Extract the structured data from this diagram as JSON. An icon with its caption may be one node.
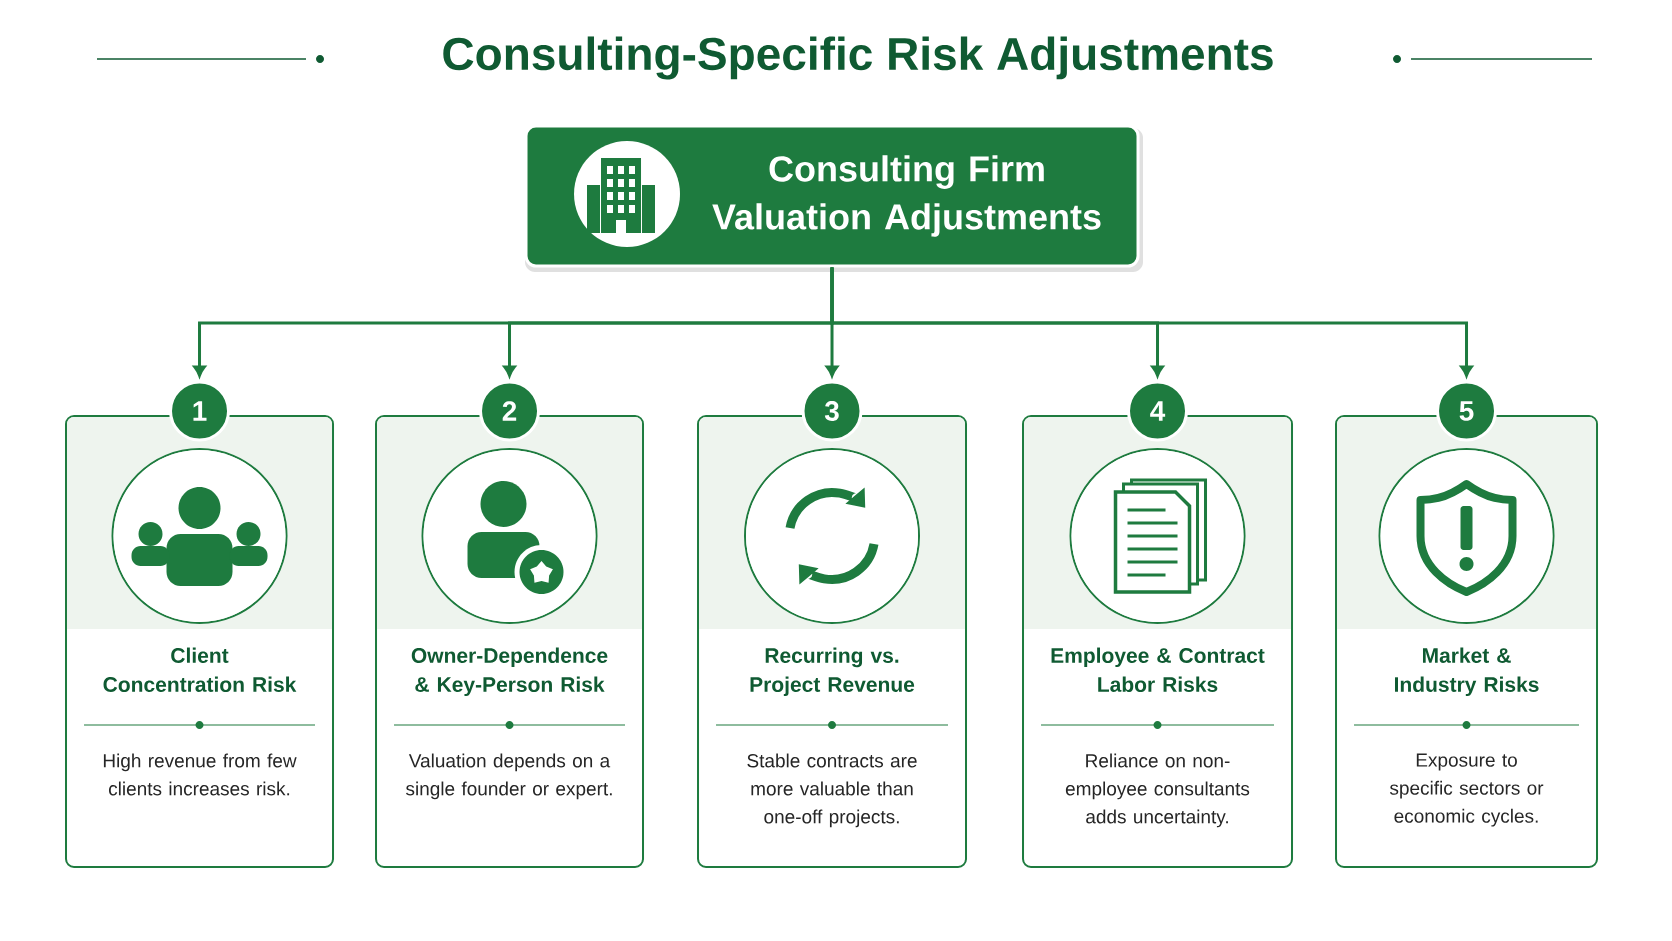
{
  "diagram": {
    "title": "Consulting-Specific Risk Adjustments",
    "nodes": [
      {
        "text": [
          "Consulting Firm Valuation Adjustments"
        ]
      },
      {
        "text": [
          "1"
        ]
      },
      {
        "text": [
          "Client Concentration Risk",
          "High revenue from few clients increases risk."
        ]
      },
      {
        "text": [
          "2"
        ]
      },
      {
        "text": [
          "Owner-Dependence & Key-Person Risk",
          "Valuation depends on a single founder or expert."
        ]
      },
      {
        "text": [
          "3"
        ]
      },
      {
        "text": [
          "Recurring vs. Project Revenue",
          "Stable contracts are more valuable than one-off projects."
        ]
      },
      {
        "text": [
          "4"
        ]
      },
      {
        "text": [
          "Employee & Contract Labor Risks",
          "Reliance on non-employee consultants adds uncertainty."
        ]
      },
      {
        "text": [
          "5"
        ]
      },
      {
        "text": [
          "Market & Industry Risks",
          "Exposure to specific sectors or economic cycles."
        ]
      }
    ],
    "edges": [
      {
        "from": 0,
        "to": 1,
        "arrow": "to"
      },
      {
        "from": 0,
        "to": 3,
        "arrow": "to"
      },
      {
        "from": 0,
        "to": 5,
        "arrow": "to"
      },
      {
        "from": 0,
        "to": 7,
        "arrow": "to"
      },
      {
        "from": 0,
        "to": 9,
        "arrow": "to"
      }
    ]
  }
}
